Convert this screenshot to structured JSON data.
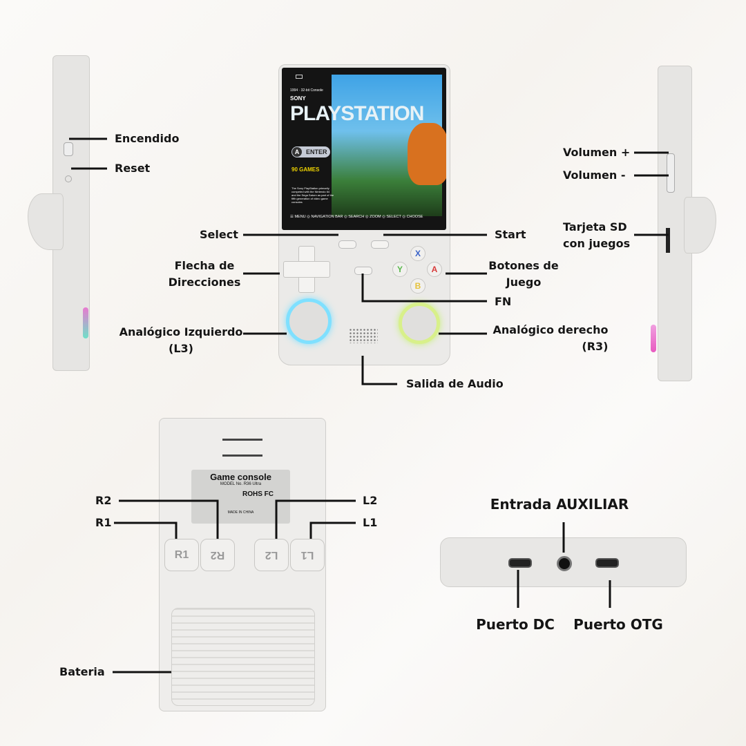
{
  "screen": {
    "header": "1994 · 32-bit Console",
    "brand": "SONY",
    "title": "PLAYSTATION",
    "enter_key": "A",
    "enter_label": "ENTER",
    "games": "90 GAMES",
    "description": "The Sony PlayStation primarily competed with the Nintendo 64 and the Sega Saturn as part of the fifth generation of video game consoles",
    "footer": "☰ MENU  ◎ NAVIGATION BAR  ◎ SEARCH  ◎ ZOOM  ◎ SELECT ◎ CHOOSE"
  },
  "face_buttons": {
    "x": "X",
    "y": "Y",
    "a": "A",
    "b": "B"
  },
  "colors": {
    "x": "#3a63c9",
    "y": "#58b84a",
    "a": "#d83a3a",
    "b": "#e5c23a",
    "left_glow": "#7fe0ff",
    "right_glow": "#d8f08a"
  },
  "back_label": {
    "title": "Game console",
    "model": "MODEL No. R36 Ultra",
    "rohs": "ROHS",
    "fc": "FC",
    "made": "MADE IN CHINA"
  },
  "shoulder": {
    "r1": "R1",
    "r2": "R2",
    "l2": "L2",
    "l1": "L1"
  },
  "labels": {
    "power": "Encendido",
    "reset": "Reset",
    "vol_up": "Volumen +",
    "vol_down": "Volumen -",
    "sd": [
      "Tarjeta SD",
      "con juegos"
    ],
    "select": "Select",
    "start": "Start",
    "dpad": [
      "Flecha de",
      "Direcciones"
    ],
    "game_buttons": [
      "Botones de",
      "Juego"
    ],
    "fn": "FN",
    "l3": [
      "Analógico Izquierdo",
      "(L3)"
    ],
    "r3": [
      "Analógico derecho",
      "(R3)"
    ],
    "audio": "Salida de Audio",
    "r2": "R2",
    "r1": "R1",
    "l2": "L2",
    "l1": "L1",
    "battery": "Bateria",
    "aux": "Entrada AUXILIAR",
    "dc": "Puerto DC",
    "otg": "Puerto OTG"
  }
}
